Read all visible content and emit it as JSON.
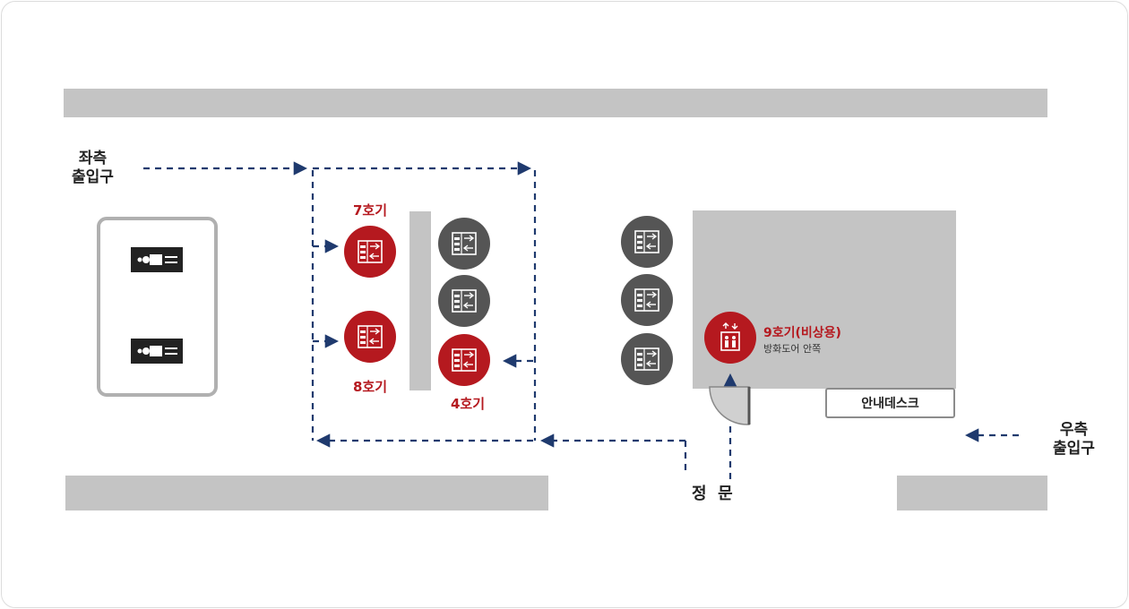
{
  "entrances": {
    "left": [
      "좌측",
      "출입구"
    ],
    "right": [
      "우측",
      "출입구"
    ],
    "main_gate": "정  문"
  },
  "elevators": {
    "e7": "7호기",
    "e8": "8호기",
    "e4": "4호기",
    "e9": "9호기(비상용)",
    "e9_note": "방화도어 안쪽"
  },
  "info_desk": "안내데스크",
  "colors": {
    "highlight_red": "#b5191f",
    "elevator_gray": "#555555",
    "wall_gray": "#c4c4c4",
    "path_blue": "#1f3a6e"
  },
  "icons": {
    "restroom_top": "restroom-sign-icon",
    "restroom_bottom": "restroom-sign-icon",
    "elevator": "elevator-icon",
    "emergency_elevator": "emergency-elevator-icon"
  }
}
